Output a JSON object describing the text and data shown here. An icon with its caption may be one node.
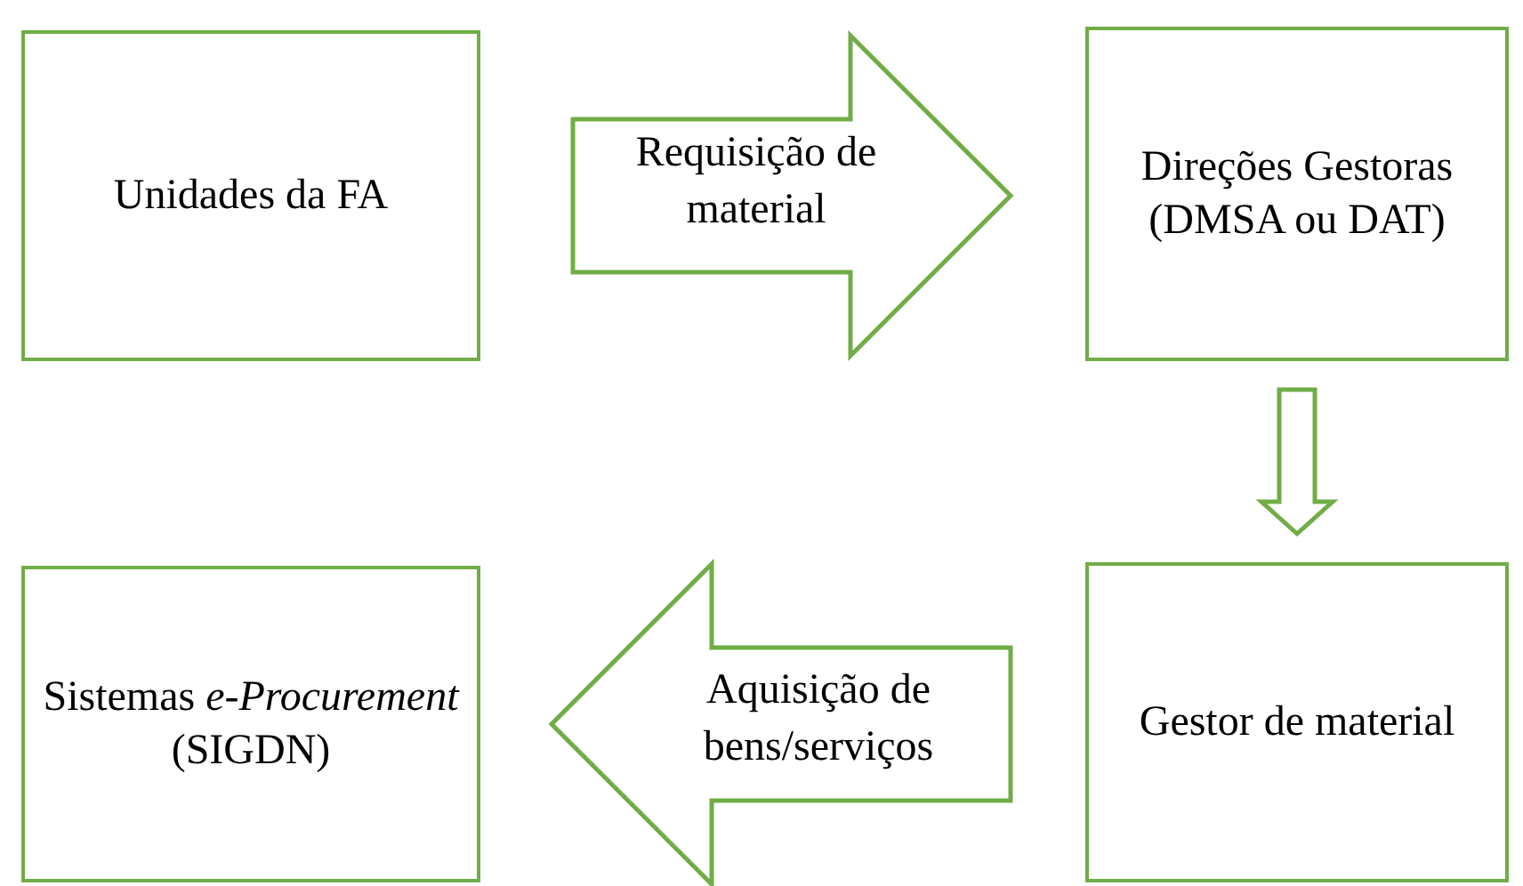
{
  "diagram": {
    "nodes": [
      {
        "text": [
          "Unidades da FA"
        ]
      },
      {
        "text": [
          "Direções Gestoras (DMSA ou DAT)"
        ]
      },
      {
        "text": [
          "Gestor de material"
        ]
      },
      {
        "text": [
          "Sistemas *e-Procurement* (SIGDN)"
        ]
      }
    ],
    "edges": [
      {
        "from": 0,
        "to": 1,
        "arrow": "to",
        "label": "Requisição de material"
      },
      {
        "from": 1,
        "to": 2,
        "arrow": "to"
      },
      {
        "from": 2,
        "to": 3,
        "arrow": "to",
        "label": "Aquisição de bens/serviços"
      }
    ]
  }
}
